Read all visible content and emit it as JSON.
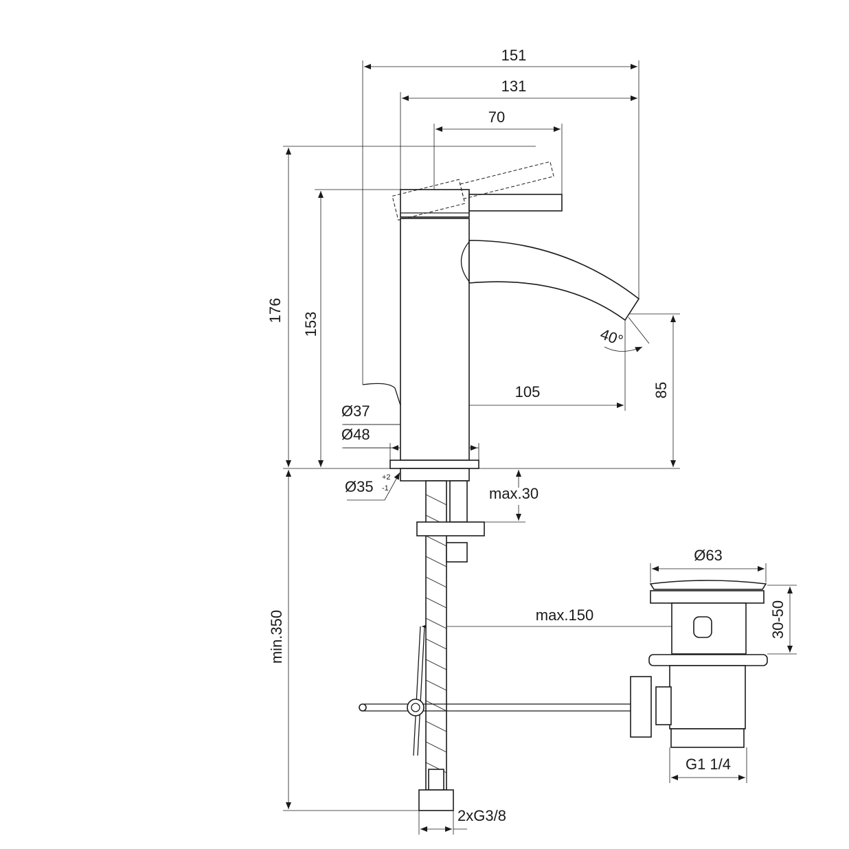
{
  "title": "Basin mixer technical drawing",
  "dimensions": {
    "d151": "151",
    "d131": "131",
    "d70": "70",
    "d176": "176",
    "d153": "153",
    "d85": "85",
    "d105": "105",
    "angle": "40°",
    "dia37": "Ø37",
    "dia48": "Ø48",
    "dia35": "Ø35",
    "dia35_tol_plus": "+2",
    "dia35_tol_minus": "-1",
    "max30": "max.30",
    "min350": "min.350",
    "max150": "max.150",
    "dia63": "Ø63",
    "range30_50": "30-50",
    "g114": "G1 1/4",
    "g38": "2xG3/8"
  }
}
